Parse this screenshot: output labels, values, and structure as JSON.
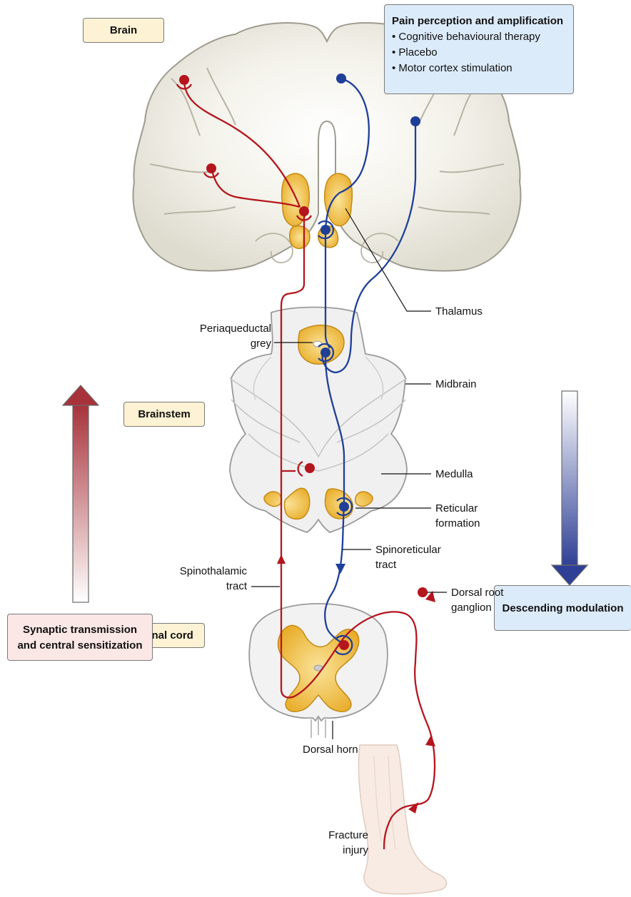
{
  "regions": {
    "brain": "Brain",
    "brainstem": "Brainstem",
    "spinal_cord": "Spinal cord"
  },
  "pain_box": {
    "title": "Pain perception and amplification",
    "items": [
      "• Cognitive behavioural therapy",
      "• Placebo",
      "• Motor cortex stimulation"
    ]
  },
  "descending_box": "Descending modulation",
  "synaptic_box": [
    "Synaptic transmission",
    "and central sensitization"
  ],
  "labels": {
    "thalamus": "Thalamus",
    "pag": [
      "Periaqueductal",
      "grey"
    ],
    "midbrain": "Midbrain",
    "medulla": "Medulla",
    "reticular": [
      "Reticular",
      "formation"
    ],
    "spinoreticular": [
      "Spinoreticular",
      "tract"
    ],
    "spinothalamic": [
      "Spinothalamic",
      "tract"
    ],
    "dorsal_root": [
      "Dorsal root",
      "ganglion"
    ],
    "dorsal_horn": "Dorsal horn",
    "fracture": [
      "Fracture",
      "injury"
    ]
  },
  "colors": {
    "ascending_red": "#b5161e",
    "descending_blue": "#1f3f99",
    "nucleus_yellow": "#f2c042",
    "brain_tissue": "#ebe8dd",
    "brainstem_tissue": "#efefef"
  }
}
